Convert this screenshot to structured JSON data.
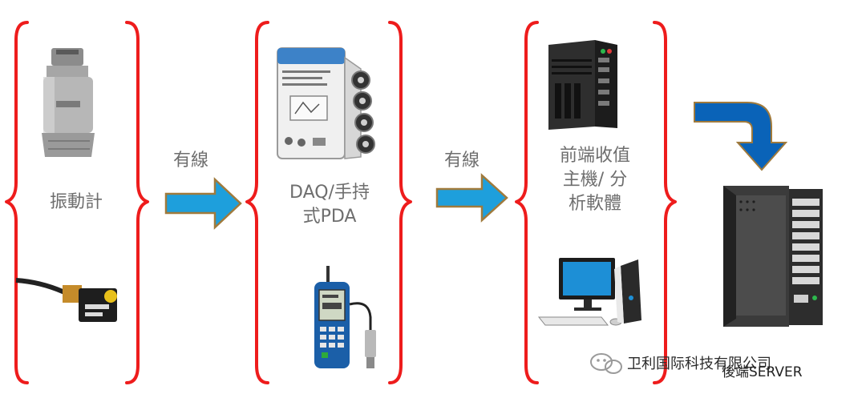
{
  "colors": {
    "bracket": "#ee1c1c",
    "arrow_fill": "#1e9fdc",
    "arrow_stroke": "#a07a3c",
    "big_arrow": "#0a63b8"
  },
  "labels": {
    "sensor": "振動計",
    "wired_1": "有線",
    "daq": [
      "DAQ/手持",
      "式PDA"
    ],
    "wired_2": "有線",
    "frontend": [
      "前端收值",
      "主機/ 分",
      "析軟體"
    ]
  },
  "watermark": {
    "company": "卫利国际科技有限公司",
    "server_label": "後端SERVER"
  },
  "icons": [
    "accelerometer-sensor",
    "miniature-sensor",
    "daq-module",
    "handheld-analyzer",
    "industrial-pc",
    "desktop-computer",
    "server-rack",
    "wechat-icon"
  ]
}
